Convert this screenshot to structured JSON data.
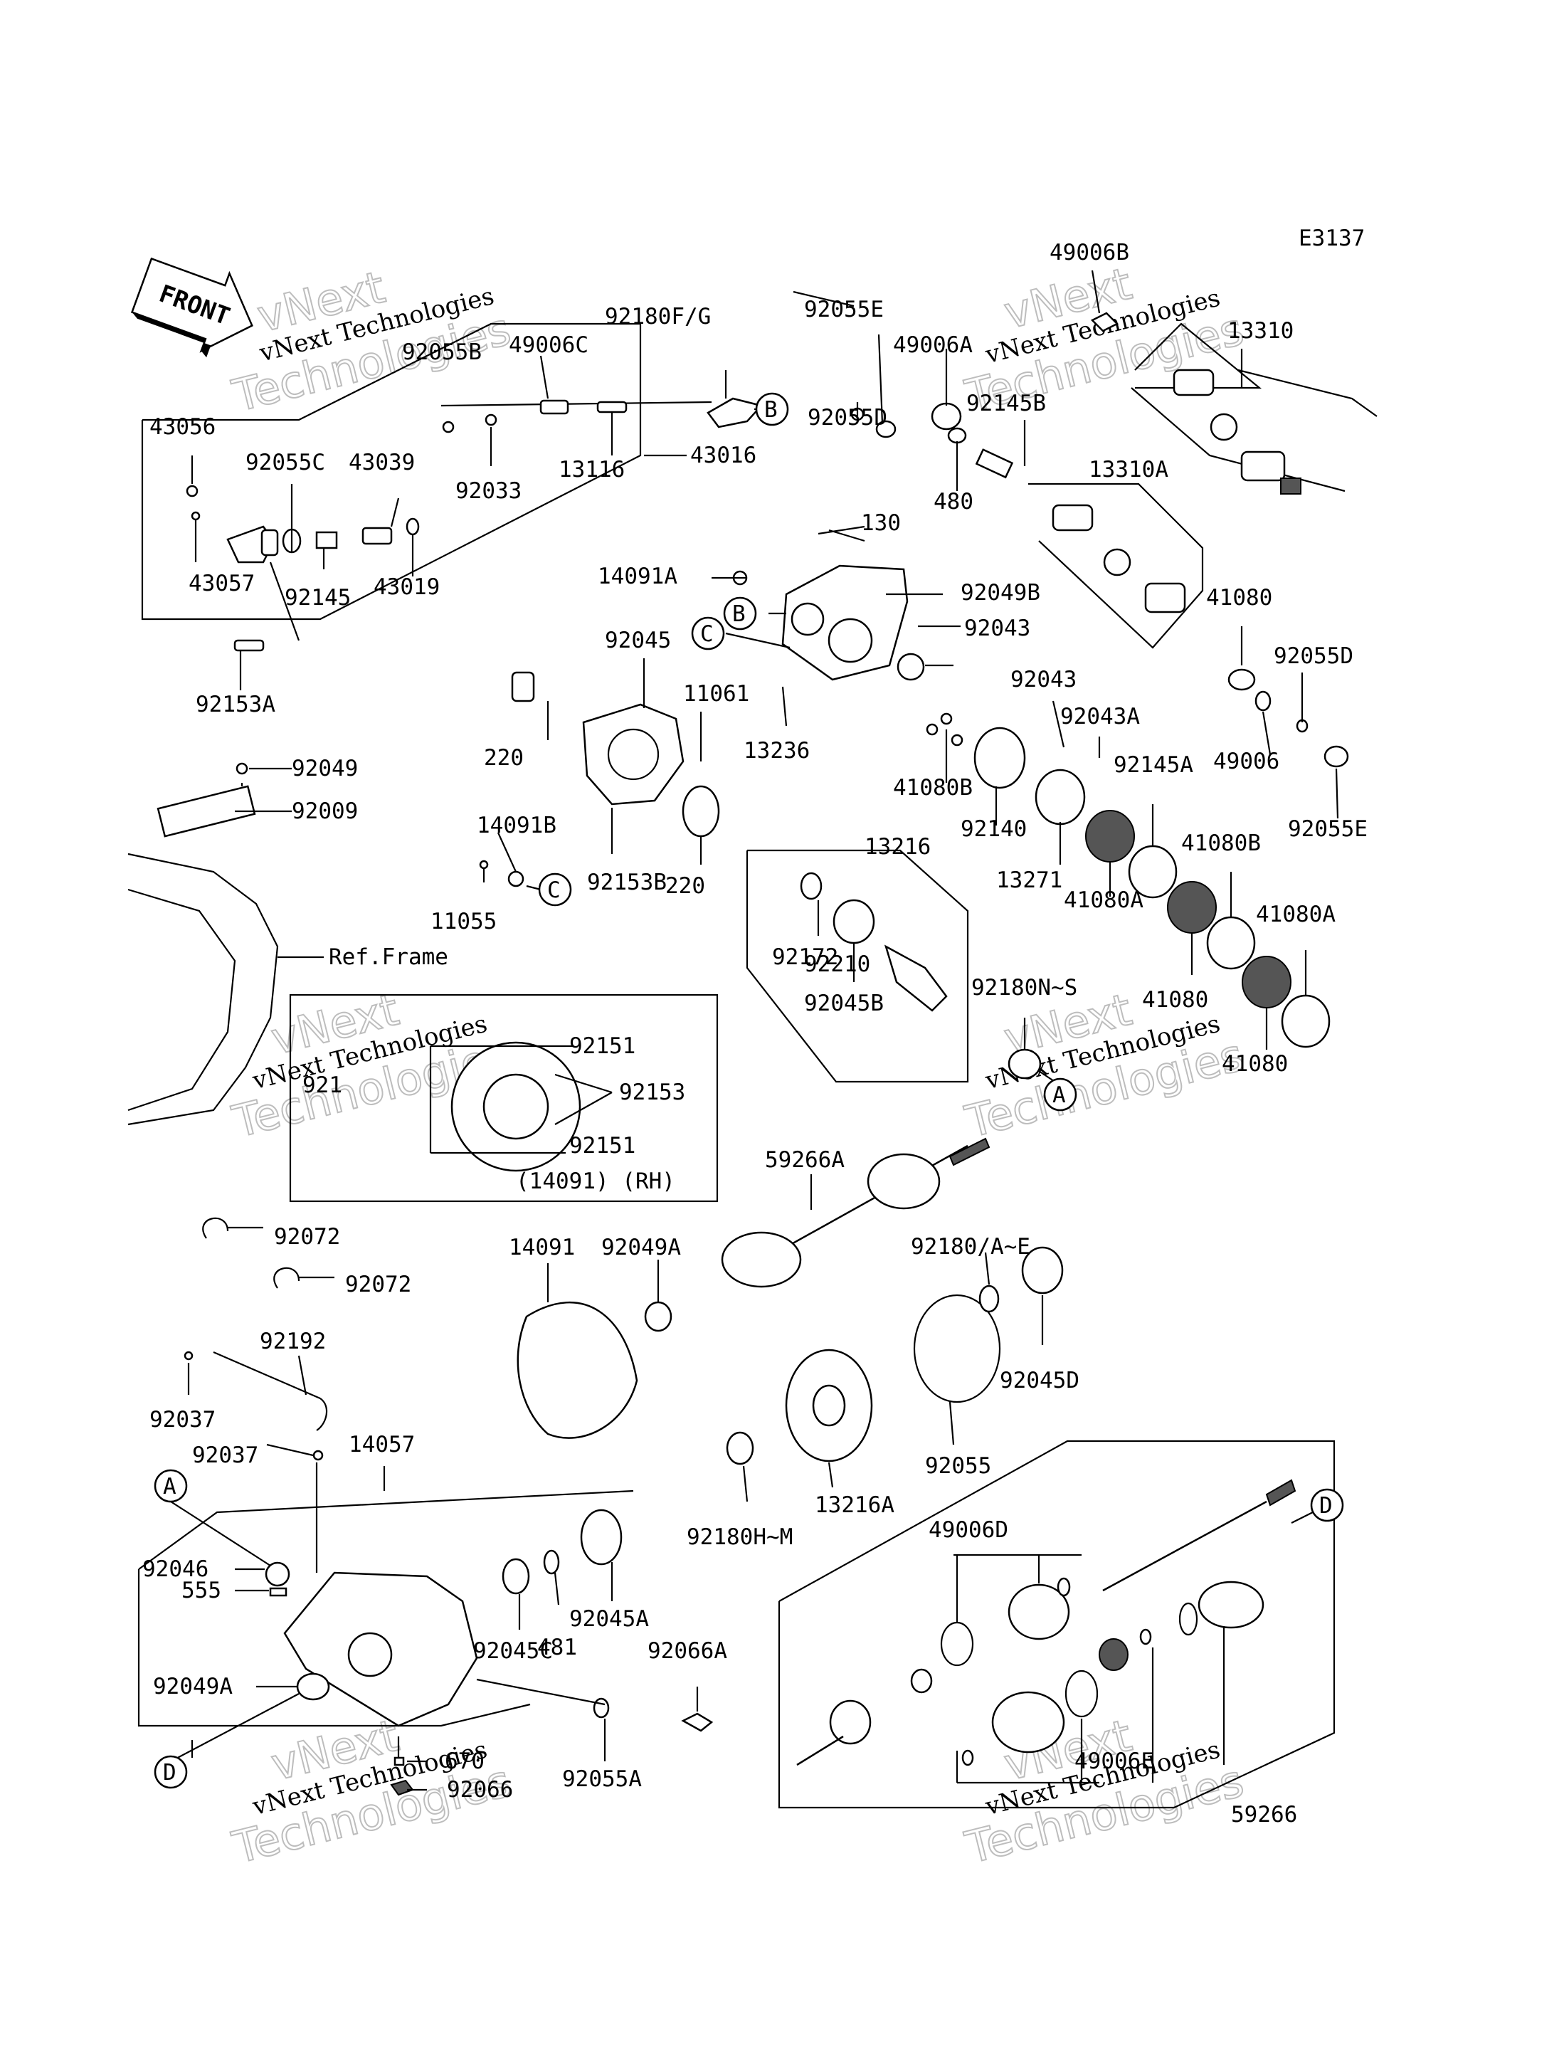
{
  "diagram_code": "E3137",
  "front_label": "FRONT",
  "watermark": {
    "line1": "vNext Technologies",
    "line2": "Technologies",
    "ghost": "vNext"
  },
  "callouts": [
    "A",
    "B",
    "C",
    "D"
  ],
  "ref_frame": "Ref.Frame",
  "inset_note": "(14091) (RH)",
  "inset_ghost": "921",
  "parts": [
    "49006B",
    "13310",
    "92180F/G",
    "92055E",
    "49006A",
    "92145B",
    "92055D",
    "480",
    "13310A",
    "49006C",
    "92055B",
    "43056",
    "92055C",
    "43039",
    "92033",
    "13116",
    "43016",
    "43057",
    "92145",
    "43019",
    "92153A",
    "130",
    "14091A",
    "92049B",
    "92043",
    "92045",
    "11061",
    "220",
    "13236",
    "92043",
    "92043A",
    "92145A",
    "41080B",
    "92140",
    "13271",
    "41080A",
    "41080",
    "49006",
    "92055D",
    "92055E",
    "92049",
    "92009",
    "14091B",
    "11055",
    "92153B",
    "220",
    "92172",
    "13216",
    "92210",
    "92045B",
    "92180N~S",
    "41080B",
    "41080",
    "41080A",
    "41080",
    "92151",
    "92153",
    "92151",
    "59266A",
    "92072",
    "92072",
    "14091",
    "92049A",
    "92180/A~E",
    "92045D",
    "92192",
    "92037",
    "92037",
    "14057",
    "92055",
    "13216A",
    "92180H~M",
    "92046",
    "555",
    "481",
    "92045A",
    "92045C",
    "92049A",
    "92066A",
    "670",
    "92066",
    "92055A",
    "49006D",
    "49006E",
    "59266"
  ]
}
